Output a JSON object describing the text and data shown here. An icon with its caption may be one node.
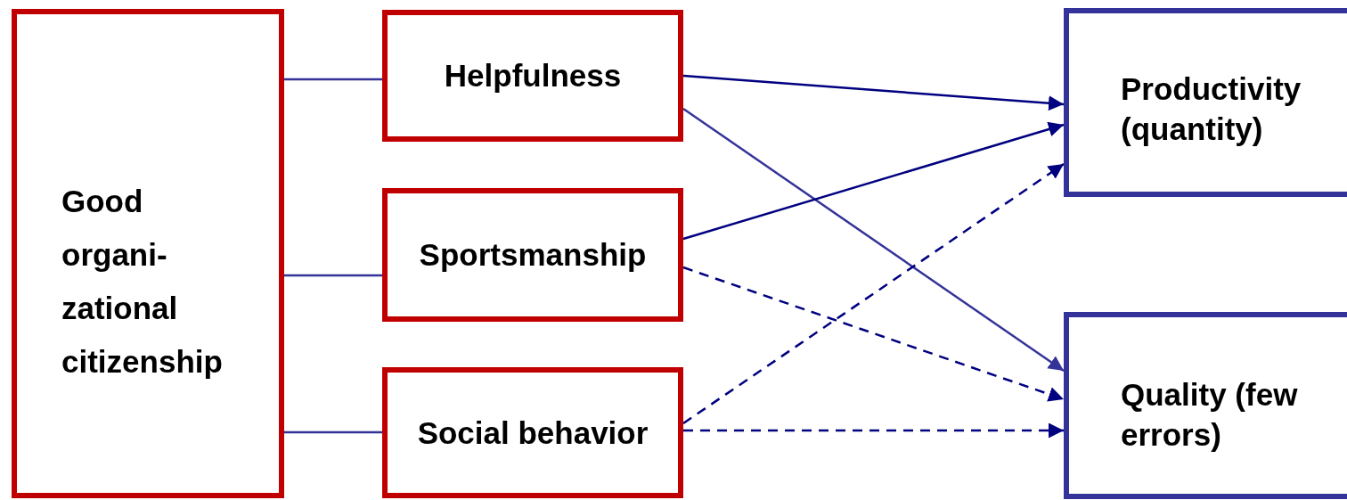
{
  "diagram": {
    "nodes": [
      {
        "text": [
          "Good organi- zational citizenship"
        ]
      },
      {
        "text": [
          "Helpfulness"
        ]
      },
      {
        "text": [
          "Sportsmanship"
        ]
      },
      {
        "text": [
          "Social behavior"
        ]
      },
      {
        "text": [
          "Productivity (quantity)"
        ]
      },
      {
        "text": [
          "Quality (few errors)"
        ]
      }
    ],
    "edges": [
      {
        "from": 0,
        "to": 1,
        "arrow": "none"
      },
      {
        "from": 0,
        "to": 2,
        "arrow": "none"
      },
      {
        "from": 0,
        "to": 3,
        "arrow": "none"
      },
      {
        "from": 1,
        "to": 4,
        "arrow": "to",
        "color": "#000080"
      },
      {
        "from": 1,
        "to": 5,
        "arrow": "to"
      },
      {
        "from": 2,
        "to": 4,
        "arrow": "to",
        "color": "#000080"
      },
      {
        "from": 2,
        "to": 5,
        "arrow": "to",
        "style": "dashed",
        "color": "#000080"
      },
      {
        "from": 3,
        "to": 4,
        "arrow": "to",
        "style": "dashed",
        "color": "#000080"
      },
      {
        "from": 3,
        "to": 5,
        "arrow": "to",
        "style": "dashed",
        "color": "#000080"
      }
    ]
  }
}
